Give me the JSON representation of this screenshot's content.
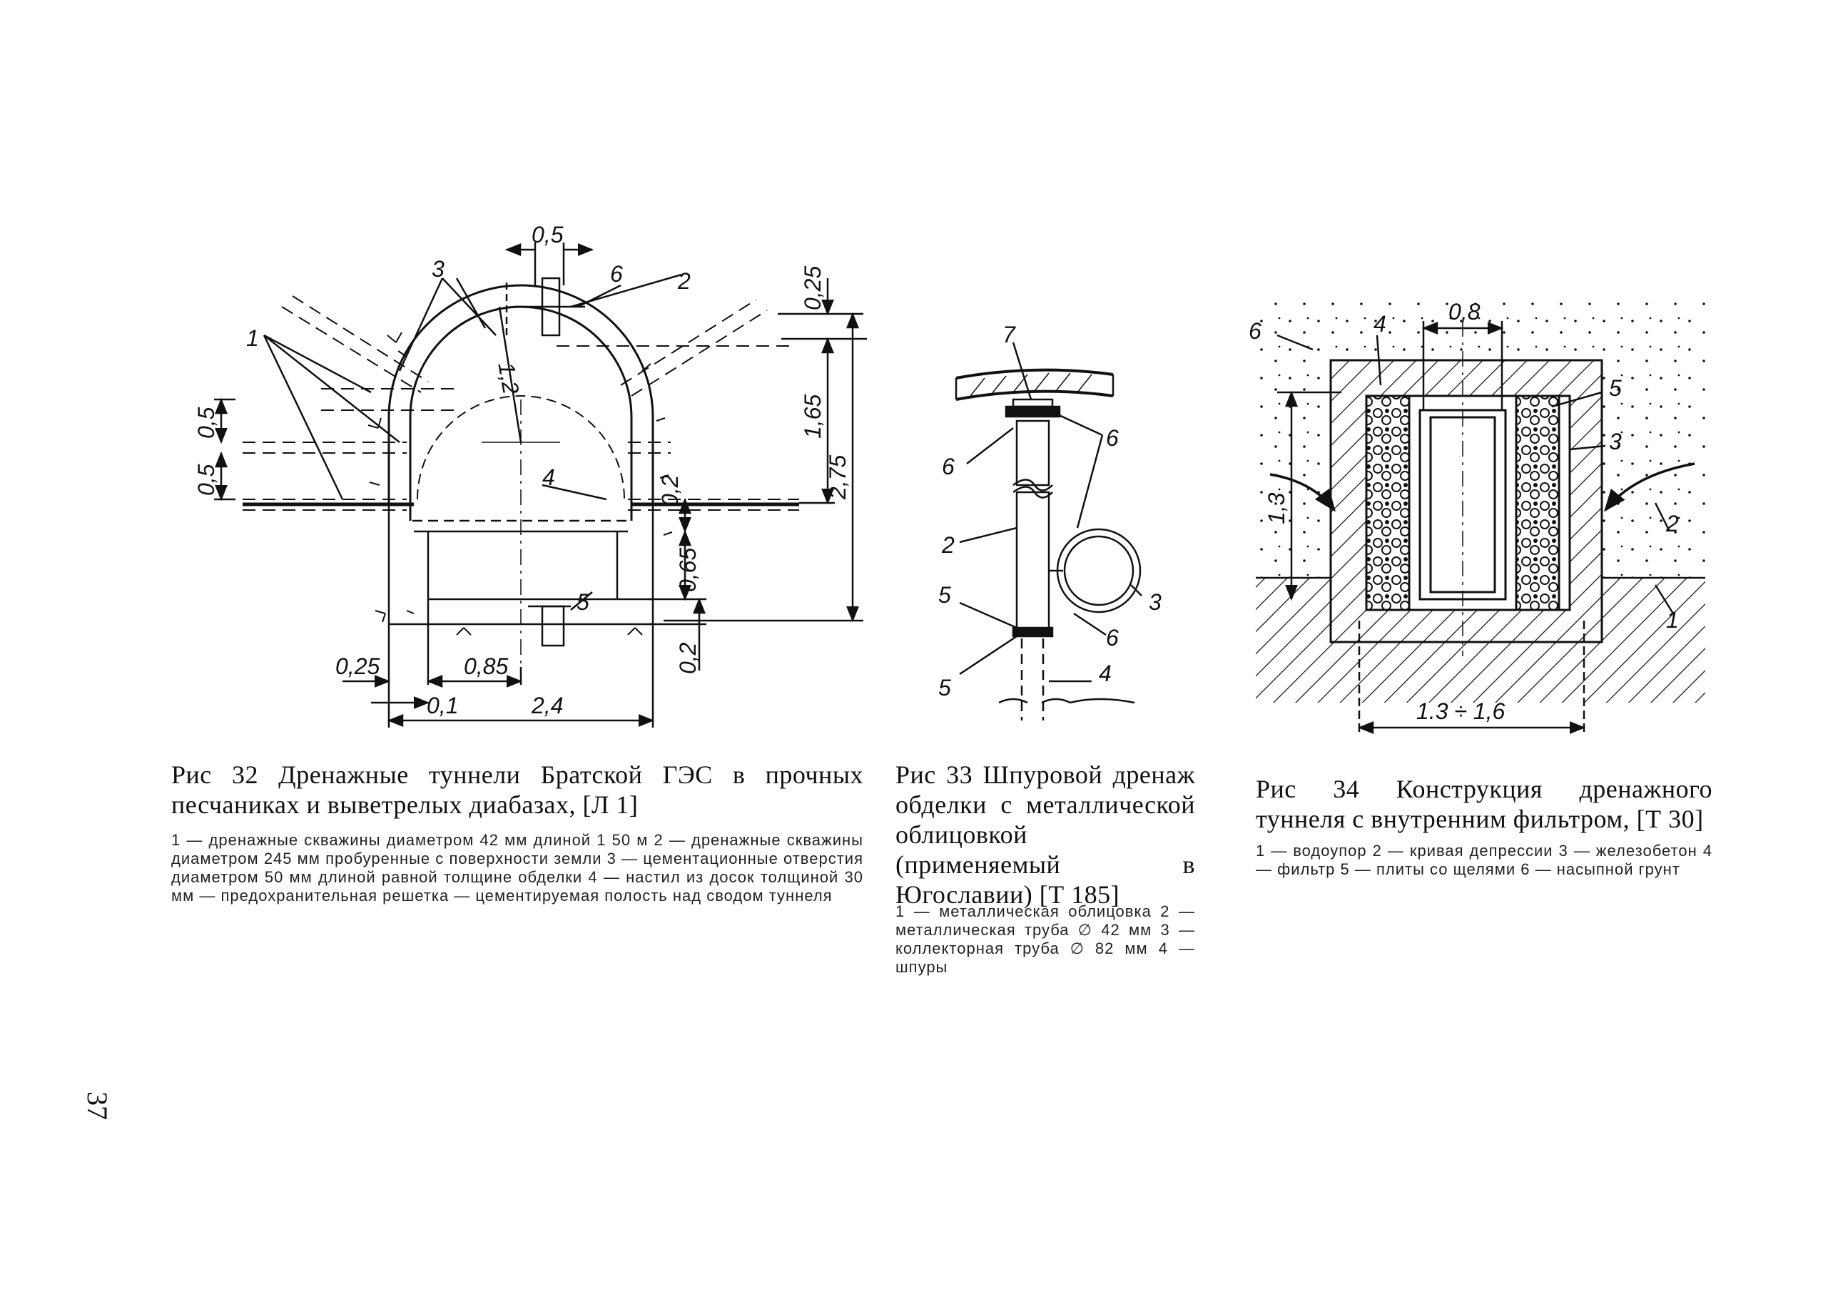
{
  "page": {
    "number": "37"
  },
  "fig32": {
    "caption": "Рис 32 Дренажные туннели Братской ГЭС в прочных песчаниках и выветрелых диабазах, [Л 1]",
    "legend": "1 — дренажные скважины диаметром 42 мм длиной 1 50 м 2 — дренажные скважины диаметром 245 мм пробуренные с поверхности земли 3 — цементационные отверстия диаметром 50 мм длиной равной толщине обделки 4 — настил из досок толщиной 30 мм — предохранительная решетка — цементируемая полость над сводом туннеля",
    "labels": {
      "n1": "1",
      "n2": "2",
      "n3": "3",
      "n4": "4",
      "n5": "5",
      "n6": "6",
      "r": "1,2",
      "d_top": "0,5",
      "d_025": "0,25",
      "d_165": "1,65",
      "d_275": "2,75",
      "d_05a": "0,5",
      "d_05b": "0,5",
      "d_02a": "0,2",
      "d_065": "0,65",
      "d_02b": "0,2",
      "d_025b": "0,25",
      "d_085": "0,85",
      "d_01": "0,1",
      "d_24": "2,4"
    }
  },
  "fig33": {
    "caption": "Рис 33 Шпуровой дренаж обделки с металлической облицовкой (применяемый в Югославии) [Т 185]",
    "legend": "1 — металлическая облицовка 2 — металлическая труба ∅ 42 мм 3 — коллекторная труба ∅ 82 мм 4 — шпуры",
    "labels": {
      "n7": "7",
      "n6a": "6",
      "n6b": "6",
      "n6c": "6",
      "n2": "2",
      "n3": "3",
      "n5a": "5",
      "n5b": "5",
      "n4": "4"
    }
  },
  "fig34": {
    "caption": "Рис 34 Конструкция дренажного туннеля с внутренним фильтром, [Т 30]",
    "legend": "1 — водоупор 2 — кривая депрессии 3 — железобетон 4 — фильтр 5 — плиты со щелями 6 — насыпной грунт",
    "labels": {
      "n6": "6",
      "n4": "4",
      "d08": "0,8",
      "n5": "5",
      "n3": "3",
      "d13": "1,3",
      "n2": "2",
      "n1": "1",
      "d1316": "1.3 ÷ 1,6"
    }
  }
}
